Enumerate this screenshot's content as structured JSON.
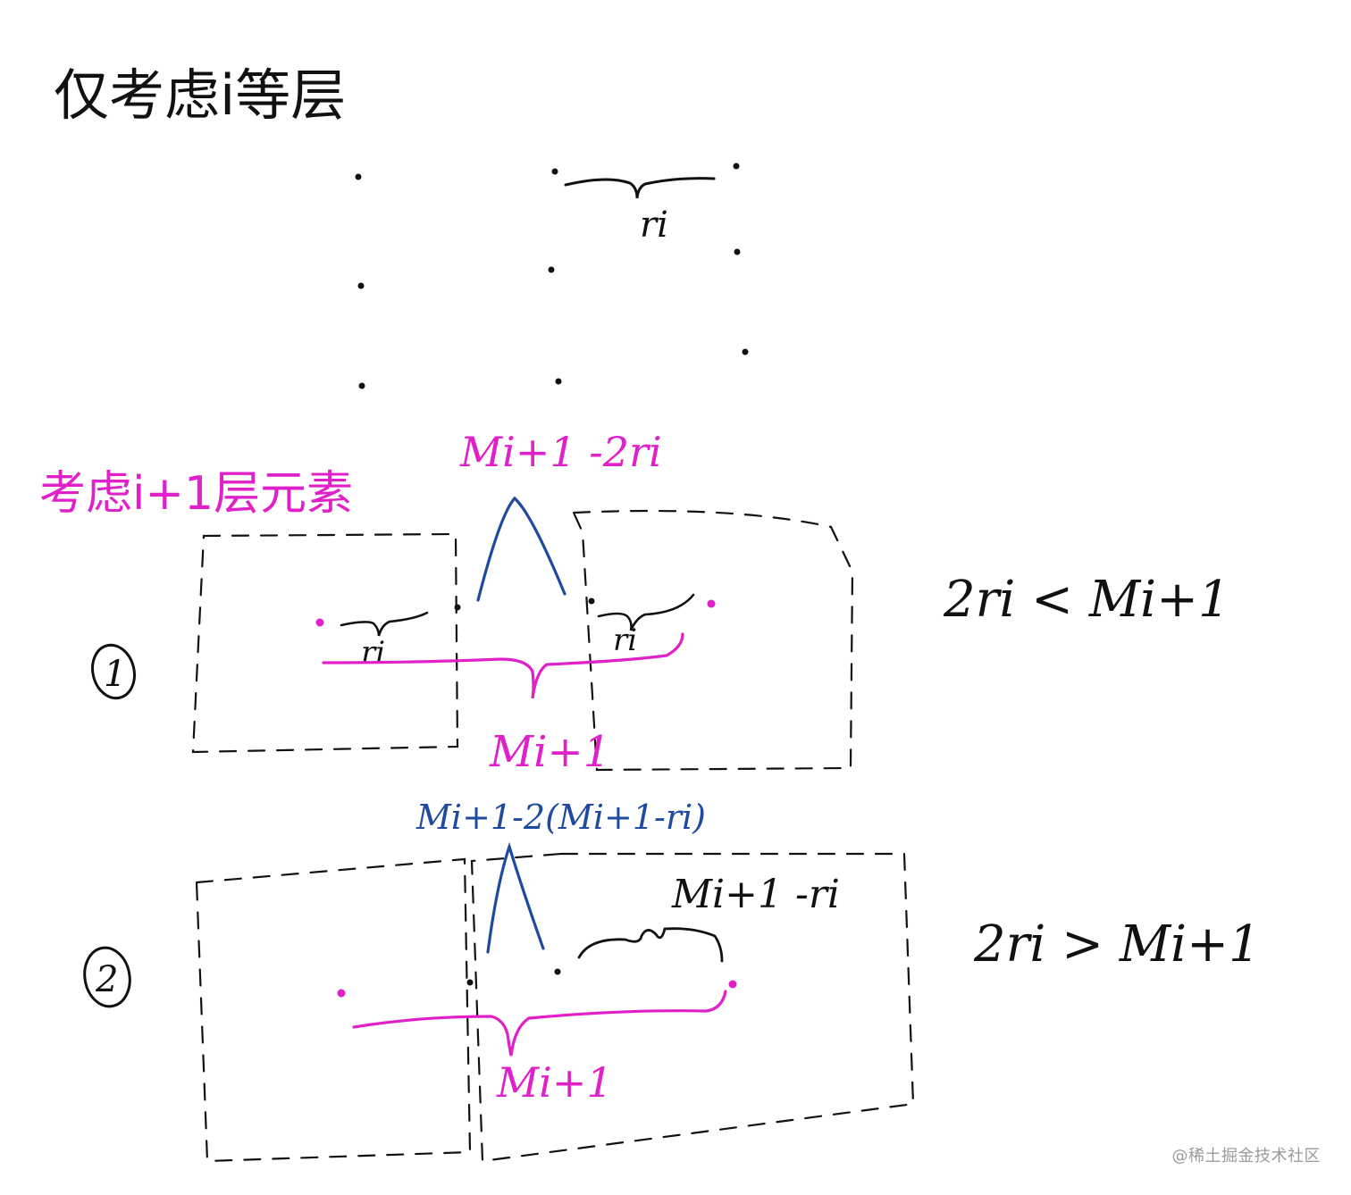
{
  "colors": {
    "ink": "#111111",
    "magenta": "#e020c8",
    "blue": "#1f4aa0",
    "watermark": "#9a9a9a"
  },
  "title": "仅考虑i等层",
  "top_grid": {
    "ri_label": "ri"
  },
  "section_heading": "考虑i+1层元素",
  "case1": {
    "number": "1",
    "top_label": "Mi+1 -2ri",
    "ri_left": "ri",
    "ri_right": "ri",
    "bottom_label": "Mi+1",
    "condition": "2ri < Mi+1"
  },
  "case2": {
    "number": "2",
    "top_label": "Mi+1-2(Mi+1-ri)",
    "brace_label": "Mi+1 -ri",
    "bottom_label": "Mi+1",
    "condition": "2ri > Mi+1"
  },
  "watermark": "@稀土掘金技术社区"
}
